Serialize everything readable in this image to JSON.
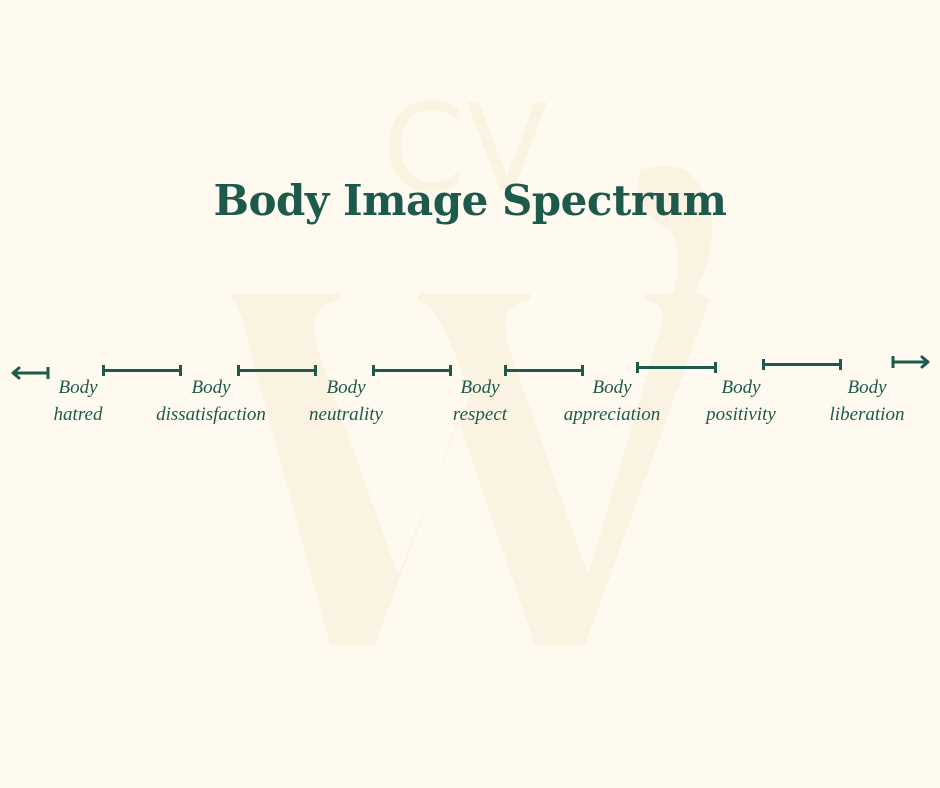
{
  "title": "Body Image Spectrum",
  "colors": {
    "background": "#fefaf0",
    "primary": "#1e5a4c",
    "watermark": "#fbf3e1"
  },
  "watermark": {
    "monogram_top": "CV",
    "monogram_main": "W"
  },
  "spectrum": {
    "left_arrow_icon": "arrow-left-icon",
    "right_arrow_icon": "arrow-right-icon",
    "stages": [
      {
        "line1": "Body",
        "line2": "hatred"
      },
      {
        "line1": "Body",
        "line2": "dissatisfaction"
      },
      {
        "line1": "Body",
        "line2": "neutrality"
      },
      {
        "line1": "Body",
        "line2": "respect"
      },
      {
        "line1": "Body",
        "line2": "appreciation"
      },
      {
        "line1": "Body",
        "line2": "positivity"
      },
      {
        "line1": "Body",
        "line2": "liberation"
      }
    ]
  }
}
